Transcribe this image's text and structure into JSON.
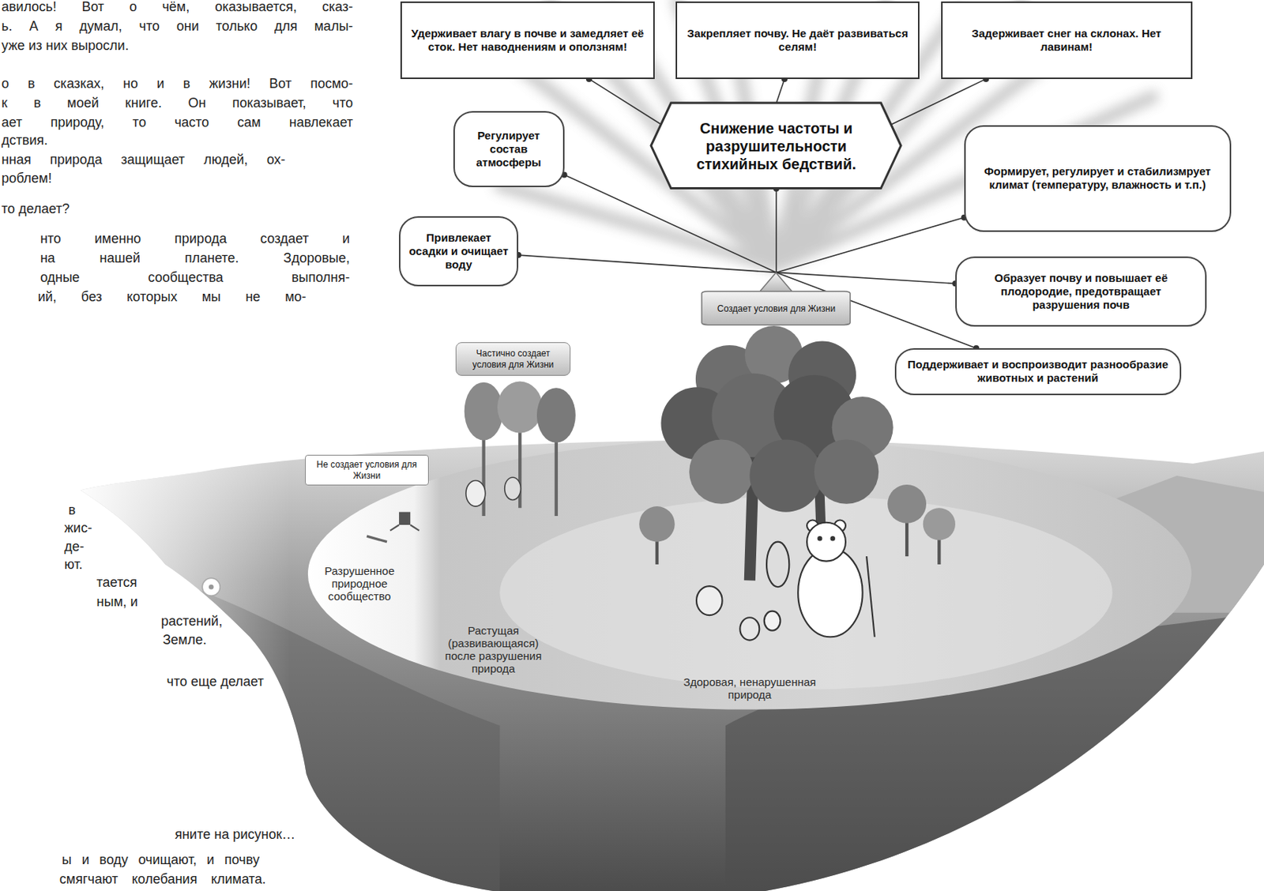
{
  "diagram": {
    "nodes": [
      {
        "text": [
          "Удерживает влагу в почве и замедляет её сток. Нет наводнениям и оползням!"
        ]
      },
      {
        "text": [
          "Закрепляет почву. Не даёт развиваться селям!"
        ]
      },
      {
        "text": [
          "Задерживает снег на склонах. Нет лавинам!"
        ]
      },
      {
        "text": [
          "Регулирует состав атмосферы"
        ]
      },
      {
        "text": [
          "Снижение частоты и разрушительности стихийных бедствий."
        ]
      },
      {
        "text": [
          "Формирует, регулирует и стабилизмрует климат (температуру, влажность и т.п.)"
        ]
      },
      {
        "text": [
          "Привлекает осадки и очищает воду"
        ]
      },
      {
        "text": [
          "Образует почву и повышает её плодородие, предотвращает разрушения почв"
        ]
      },
      {
        "text": [
          "Создает условия для Жизни"
        ]
      },
      {
        "text": [
          "Частично создает условия для Жизни"
        ]
      },
      {
        "text": [
          "Поддерживает и воспроизводит разнообразие животных и растений"
        ]
      },
      {
        "text": [
          "Не создает условия для Жизни"
        ]
      }
    ],
    "edges": [
      {
        "from": 0,
        "to": 4,
        "arrow": "none"
      },
      {
        "from": 1,
        "to": 4,
        "arrow": "none"
      },
      {
        "from": 2,
        "to": 4,
        "arrow": "none"
      },
      {
        "from": 4,
        "to": 8,
        "arrow": "none"
      },
      {
        "from": 3,
        "to": 8,
        "arrow": "none"
      },
      {
        "from": 5,
        "to": 8,
        "arrow": "none"
      },
      {
        "from": 6,
        "to": 8,
        "arrow": "none"
      },
      {
        "from": 7,
        "to": 8,
        "arrow": "none"
      },
      {
        "from": 10,
        "to": 8,
        "arrow": "none"
      }
    ],
    "labels": [
      "авилось! Вот о чём, оказывается, сказ-",
      "ь. А я думал, что они только для малы-",
      "уже из них выросли.",
      "о в сказках, но и в жизни! Вот посмо-",
      "к в моей книге. Он показывает, что",
      "ает природу, то часто сам навлекает",
      "дствия.",
      "нная природа защищает людей, ох-",
      "роблем!",
      "то делает?",
      "нто именно природа создает и",
      "на нашей планете. Здоровые,",
      "одные сообщества выполня-",
      "ий, без которых мы не мо-",
      "в",
      "жис-",
      "де-",
      "ют.",
      "тается",
      "ным, и",
      "растений,",
      "Земле.",
      "что еще делает",
      "яните на рисунок…",
      "ы и воду очищают, и почву",
      "смягчают колебания климата.",
      "Разрушенное природное сообщество",
      "Растущая (развивающаяся) после разрушения природа",
      "Здоровая, ненарушенная природа"
    ]
  }
}
